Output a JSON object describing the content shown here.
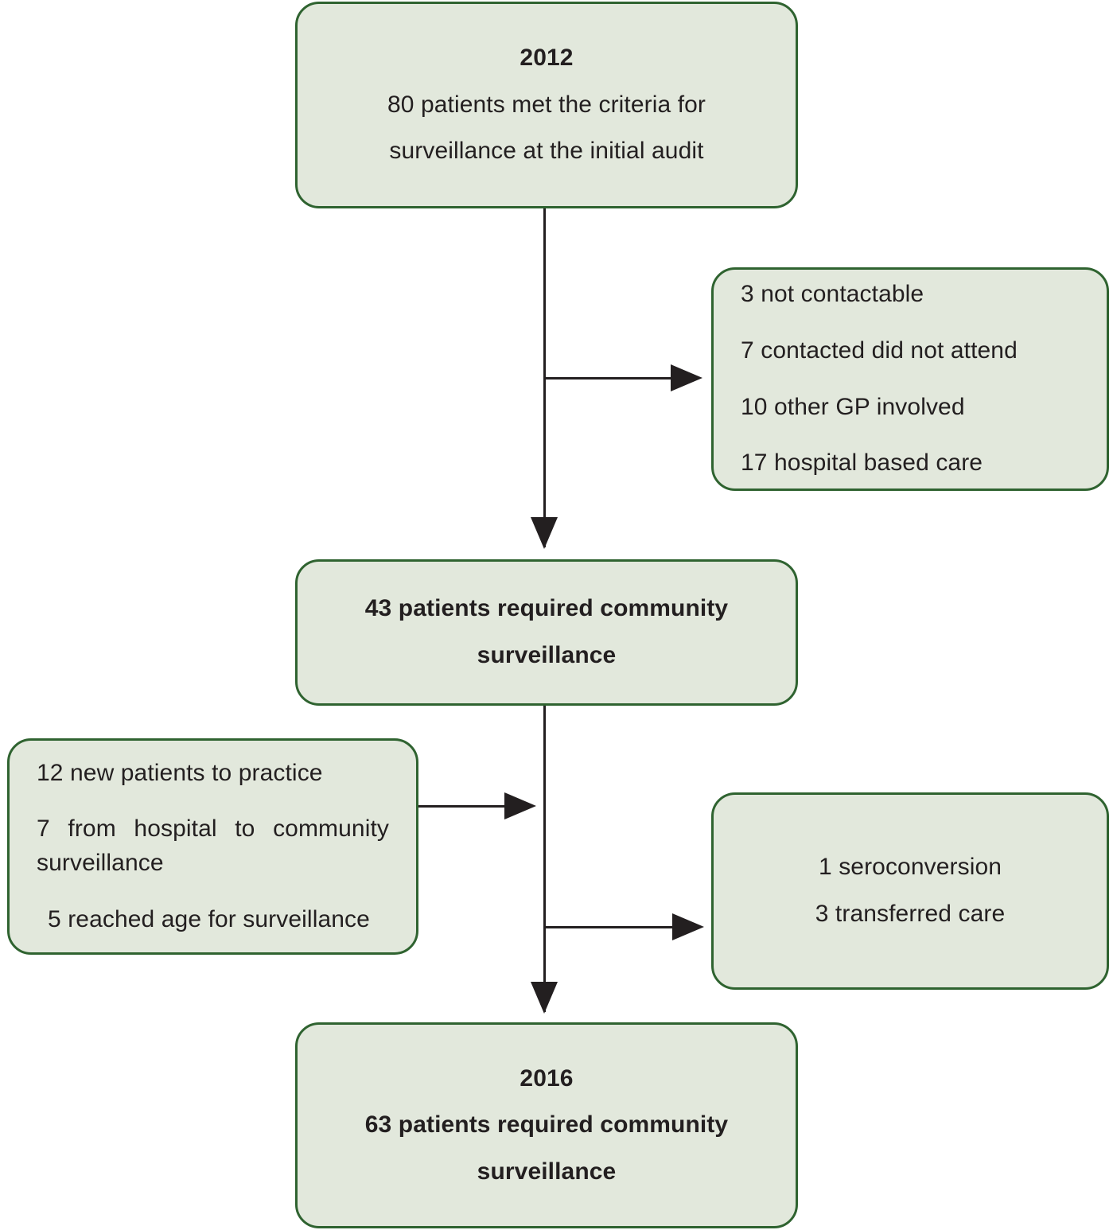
{
  "figure": {
    "type": "flowchart",
    "title": "Community surveillance audit flow 2012 to 2016",
    "colors": {
      "node_fill": "#e2e8dc",
      "node_border": "#2f6330",
      "connector": "#231f20",
      "text": "#231f20",
      "background": "#ffffff"
    }
  },
  "nodes": {
    "initial_audit": {
      "name": "2012 initial audit",
      "lines": [
        {
          "text": "2012",
          "bold": true
        },
        {
          "text": "80 patients met the criteria for",
          "bold": false
        },
        {
          "text": "surveillance at the initial audit",
          "bold": false
        }
      ]
    },
    "excluded": {
      "name": "Exclusions from initial audit",
      "lines": [
        {
          "text": "3 not contactable",
          "bold": false
        },
        {
          "text": "7 contacted did not attend",
          "bold": false
        },
        {
          "text": "10 other GP involved",
          "bold": false
        },
        {
          "text": "17 hospital based care",
          "bold": false
        }
      ]
    },
    "required_43": {
      "name": "43 patients required community surveillance",
      "lines": [
        {
          "text": "43 patients required community",
          "bold": true
        },
        {
          "text": "surveillance",
          "bold": true
        }
      ]
    },
    "additions": {
      "name": "Patients added to community surveillance",
      "lines": [
        {
          "text": "12 new patients to practice",
          "bold": false
        },
        {
          "text": "7 from hospital to community surveillance",
          "bold": false
        },
        {
          "text": "5 reached age for surveillance",
          "bold": false
        }
      ]
    },
    "removals": {
      "name": "Patients removed from community surveillance",
      "lines": [
        {
          "text": "1 seroconversion",
          "bold": false
        },
        {
          "text": "3 transferred care",
          "bold": false
        }
      ]
    },
    "final_2016": {
      "name": "2016 final count",
      "lines": [
        {
          "text": "2016",
          "bold": true
        },
        {
          "text": "63 patients required community",
          "bold": true
        },
        {
          "text": "surveillance",
          "bold": true
        }
      ]
    }
  },
  "flow_data": {
    "start_year": "2012",
    "start_count": 80,
    "exclusions": [
      {
        "count": 3,
        "reason": "not contactable"
      },
      {
        "count": 7,
        "reason": "contacted did not attend"
      },
      {
        "count": 10,
        "reason": "other GP involved"
      },
      {
        "count": 17,
        "reason": "hospital based care"
      }
    ],
    "after_exclusions": 43,
    "additions": [
      {
        "count": 12,
        "reason": "new patients to practice"
      },
      {
        "count": 7,
        "reason": "from hospital to community surveillance"
      },
      {
        "count": 5,
        "reason": "reached age for surveillance"
      }
    ],
    "removals": [
      {
        "count": 1,
        "reason": "seroconversion"
      },
      {
        "count": 3,
        "reason": "transferred care"
      }
    ],
    "end_year": "2016",
    "end_count": 63
  }
}
